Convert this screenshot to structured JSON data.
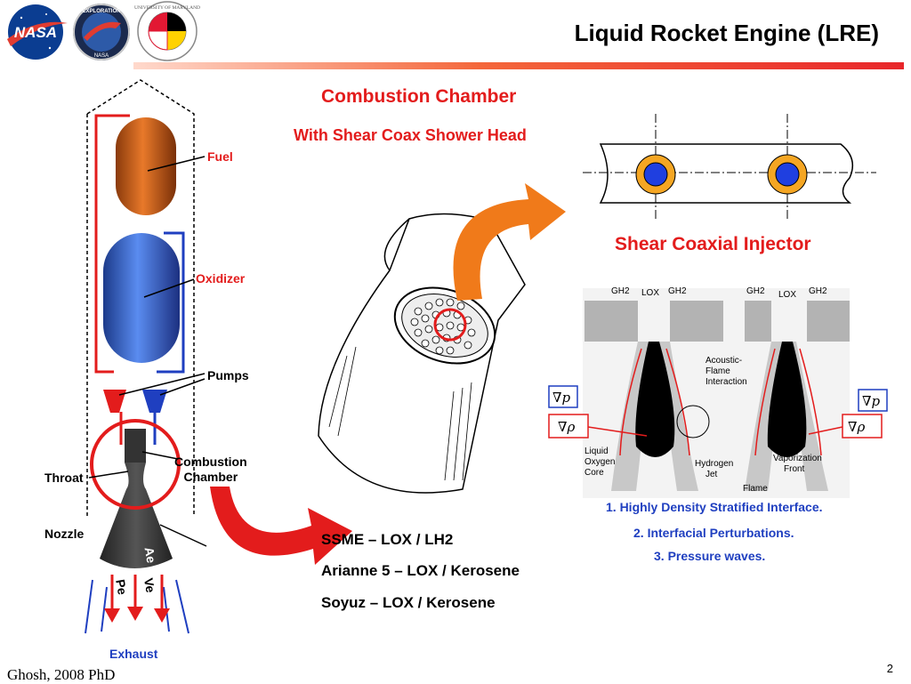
{
  "header": {
    "title": "Liquid Rocket Engine (LRE)",
    "logos": [
      {
        "name": "nasa-logo",
        "text": "NASA"
      },
      {
        "name": "exploration-logo",
        "text": "EXPLORATION"
      },
      {
        "name": "university-of-maryland-seal",
        "text": "UNIVERSITY OF MARYLAND"
      }
    ]
  },
  "rocket_diagram": {
    "fuel_label": "Fuel",
    "oxidizer_label": "Oxidizer",
    "pumps_label": "Pumps",
    "combustion_chamber_label": "Combustion\nChamber",
    "throat_label": "Throat",
    "nozzle_label": "Nozzle",
    "exhaust_label": "Exhaust",
    "symbols": {
      "ae": "Ae",
      "ve": "Ve",
      "pe": "Pe"
    }
  },
  "center": {
    "heading": "Combustion Chamber",
    "subheading": "With Shear Coax Shower Head",
    "engines": [
      "SSME – LOX / LH2",
      "Arianne 5 – LOX / Kerosene",
      "Soyuz – LOX / Kerosene"
    ]
  },
  "injector": {
    "heading": "Shear Coaxial Injector",
    "figure_labels": {
      "gh2": "GH2",
      "lox": "LOX",
      "acoustic": "Acoustic-\nFlame\nInteraction",
      "liquid_oxygen_core": "Liquid\nOxygen\nCore",
      "hydrogen_jet": "Hydrogen\nJet",
      "flame": "Flame",
      "vaporization_front": "Vaporization\nFront",
      "grad_p": "∇p",
      "grad_rho": "∇ρ"
    },
    "notes": [
      "1. Highly Density Stratified Interface.",
      "2. Interfacial Perturbations.",
      "3. Pressure waves."
    ]
  },
  "footer": {
    "credit": "Ghosh, 2008 PhD",
    "page_number": "2"
  },
  "colors": {
    "title_rule": "#e8262a",
    "heading_red": "#e31c1c",
    "note_blue": "#1f3fc0",
    "fuel_tank": "#d4621a",
    "oxidizer_tank": "#3f6fd8",
    "arrow_orange": "#f07a1a"
  }
}
